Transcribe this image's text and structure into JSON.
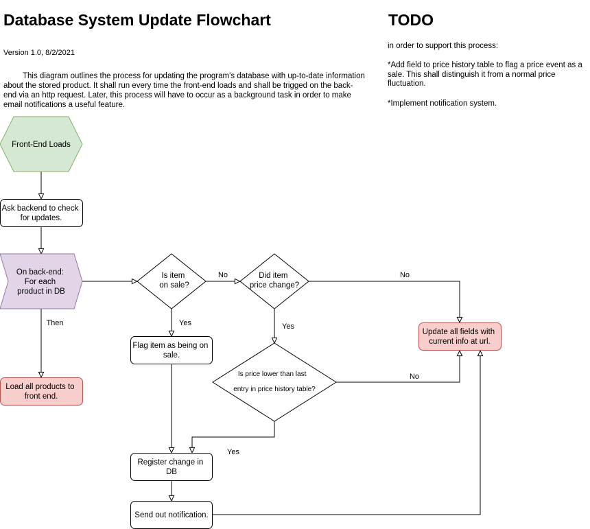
{
  "header": {
    "title": "Database System Update Flowchart",
    "version": "Version 1.0, 8/2/2021",
    "description": "This diagram outlines the process for updating the program's database with up-to-date information about the stored product. It shall run every time the front-end loads and shall be trigged on the back-end via an http request. Later, this process will have to occur as a background task in order to make email notifications a useful feature."
  },
  "todo": {
    "title": "TODO",
    "intro": "in order to support this process:",
    "item1": "*Add field to price history table to flag a price event as a sale. This shall distinguish it from a normal price fluctuation.",
    "item2": "*Implement notification system."
  },
  "colors": {
    "start_fill": "#d5e8d4",
    "start_stroke": "#82b366",
    "backend_fill": "#e1d5e7",
    "backend_stroke": "#9673a6",
    "terminal_fill": "#f8cecc",
    "terminal_stroke": "#b85450",
    "line": "#000000"
  },
  "nodes": {
    "front_end_loads": {
      "lines": [
        "Front-End Loads"
      ],
      "shape": "hexagon"
    },
    "ask_backend": {
      "lines": [
        "Ask backend to check",
        "for updates."
      ],
      "shape": "rounded-rect"
    },
    "on_backend": {
      "lines": [
        "On back-end:",
        "For each",
        "product in DB"
      ],
      "shape": "step"
    },
    "load_products": {
      "lines": [
        "Load all products to",
        "front end."
      ],
      "shape": "rounded-rect"
    },
    "is_on_sale": {
      "lines": [
        "Is item",
        "on sale?"
      ],
      "shape": "diamond"
    },
    "did_price_change": {
      "lines": [
        "Did item",
        "price change?"
      ],
      "shape": "diamond"
    },
    "flag_sale": {
      "lines": [
        "Flag item as being on",
        "sale."
      ],
      "shape": "rounded-rect"
    },
    "price_lower": {
      "lines": [
        "Is price lower than last",
        "entry in price history table?"
      ],
      "shape": "diamond"
    },
    "update_fields": {
      "lines": [
        "Update all fields with",
        "current info at url."
      ],
      "shape": "rounded-rect"
    },
    "register_change": {
      "lines": [
        "Register change in",
        "DB"
      ],
      "shape": "rounded-rect"
    },
    "send_notification": {
      "lines": [
        "Send out notification."
      ],
      "shape": "rounded-rect"
    }
  },
  "edge_labels": {
    "then": "Then",
    "sale_no": "No",
    "sale_yes": "Yes",
    "change_no": "No",
    "change_yes": "Yes",
    "lower_no": "No",
    "lower_yes": "Yes"
  }
}
